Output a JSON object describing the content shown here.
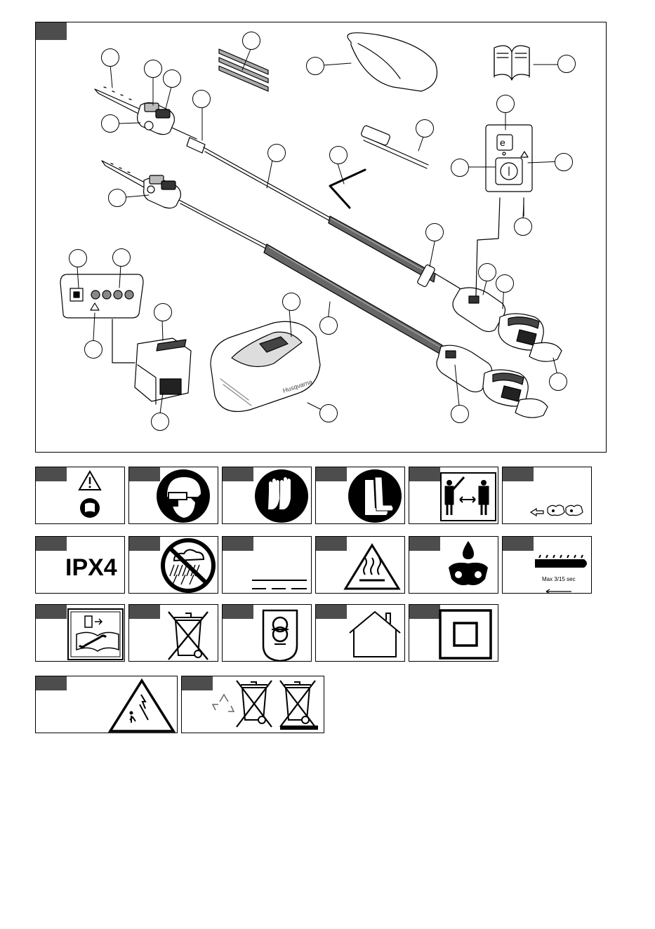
{
  "main_figure": {
    "description_free": true
  },
  "symbols": {
    "ipx_label": "IPX4",
    "chain_time_label": "Max 3/15 sec",
    "brand_wordmark": "Husqvarna"
  },
  "icons": [
    "warning-read-manual-icon",
    "helmet-visor-ear-protection-icon",
    "gloves-icon",
    "boots-icon",
    "keep-distance-icon",
    "chain-direction-icon",
    "ipx4-icon",
    "no-rain-icon",
    "dc-current-icon",
    "hot-surface-icon",
    "chain-oil-icon",
    "bar-max-time-icon",
    "read-manual-service-icon",
    "weee-bin-icon",
    "safety-transformer-icon",
    "indoor-use-icon",
    "double-insulation-icon",
    "electric-line-warning-icon",
    "recycle-bins-icon"
  ]
}
